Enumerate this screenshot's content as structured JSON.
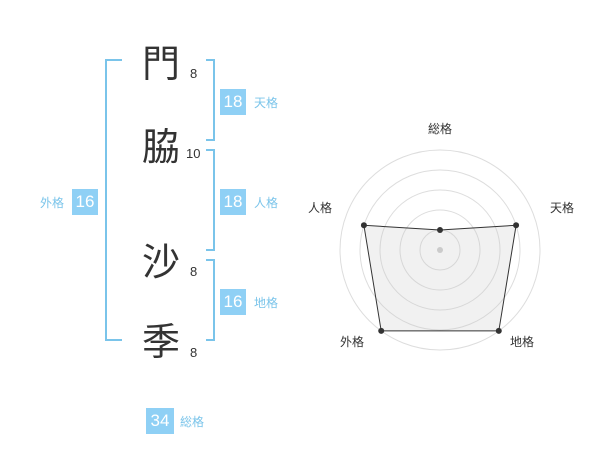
{
  "characters": [
    {
      "char": "門",
      "strokes": "8"
    },
    {
      "char": "脇",
      "strokes": "10"
    },
    {
      "char": "沙",
      "strokes": "8"
    },
    {
      "char": "季",
      "strokes": "8"
    }
  ],
  "fortunes": {
    "tenkaku": {
      "value": "18",
      "label": "天格"
    },
    "jinkaku": {
      "value": "18",
      "label": "人格"
    },
    "chikaku": {
      "value": "16",
      "label": "地格"
    },
    "gaikaku": {
      "value": "16",
      "label": "外格"
    },
    "soukaku": {
      "value": "34",
      "label": "総格"
    }
  },
  "colors": {
    "accent": "#8fd0f5",
    "bracket": "#7ac4ea",
    "text": "#333333"
  },
  "chart_data": {
    "type": "radar",
    "axes": [
      "総格",
      "天格",
      "地格",
      "外格",
      "人格"
    ],
    "values": [
      1,
      4,
      5,
      5,
      4
    ],
    "rmax": 5,
    "rings": 5
  }
}
